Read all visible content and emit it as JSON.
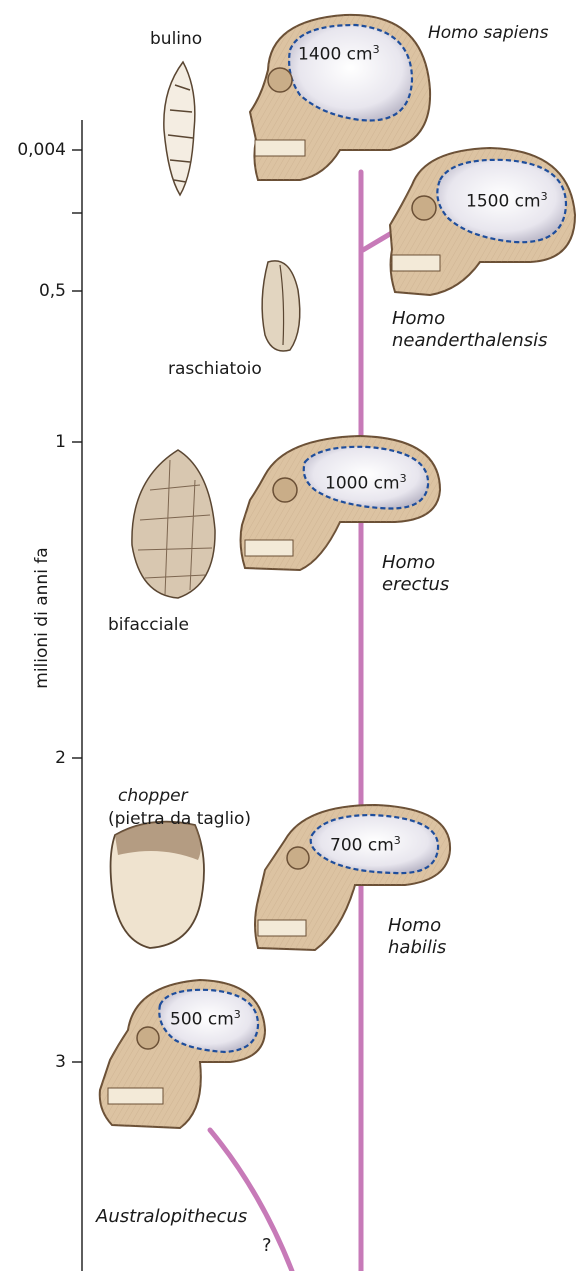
{
  "axis": {
    "title": "milioni di anni fa",
    "ticks": [
      "0,004",
      "0,5",
      "1",
      "2",
      "3"
    ]
  },
  "species": [
    {
      "name": "Homo sapiens",
      "volume": "1400 cm",
      "sup": "3"
    },
    {
      "name": "Homo neanderthalensis",
      "line1": "Homo",
      "line2": "neanderthalensis",
      "volume": "1500 cm",
      "sup": "3"
    },
    {
      "name": "Homo erectus",
      "line1": "Homo",
      "line2": "erectus",
      "volume": "1000 cm",
      "sup": "3"
    },
    {
      "name": "Homo habilis",
      "line1": "Homo",
      "line2": "habilis",
      "volume": "700 cm",
      "sup": "3"
    },
    {
      "name": "Australopithecus",
      "volume": "500 cm",
      "sup": "3",
      "question": "?"
    }
  ],
  "tools": {
    "bulino": "bulino",
    "raschiatoio": "raschiatoio",
    "bifacciale": "bifacciale",
    "chopper": "chopper",
    "chopper_desc": "(pietra da taglio)"
  },
  "colors": {
    "lineage": "#c77ab8",
    "skull_fill": "#dcc3a2",
    "skull_stroke": "#6b5036",
    "brain_dash": "#1f4e9c",
    "tool_fill": "#d8c7b0"
  }
}
